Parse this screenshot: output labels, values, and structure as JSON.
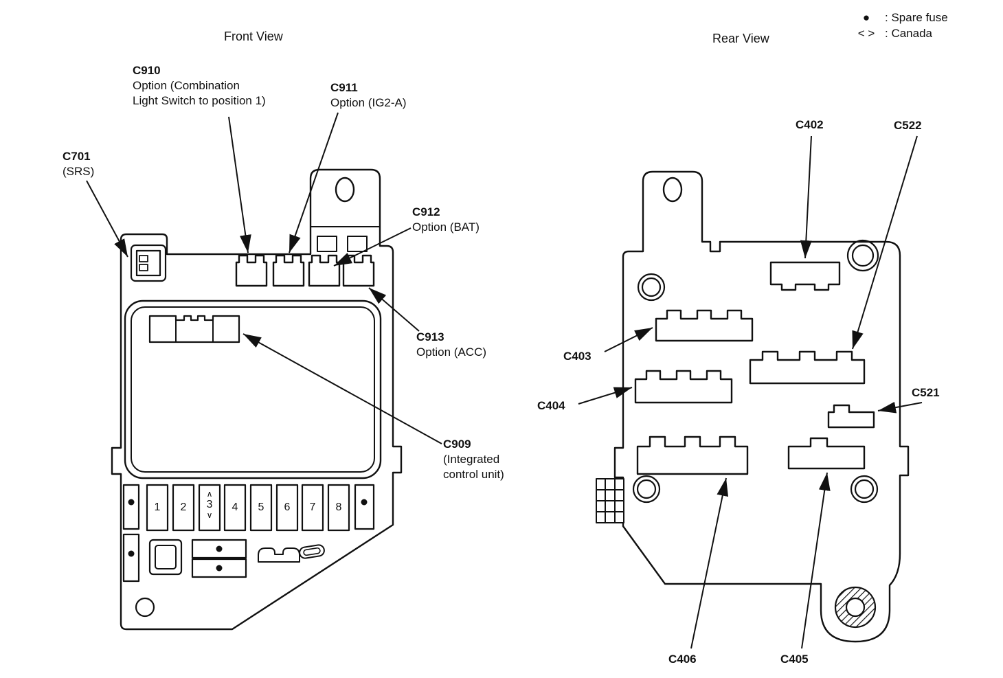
{
  "titles": {
    "front": "Front View",
    "rear": "Rear View"
  },
  "legend": {
    "spare_symbol": "●",
    "spare_text": ": Spare fuse",
    "canada_symbol": "< >",
    "canada_text": ": Canada"
  },
  "front_view": {
    "labels": {
      "c910": {
        "id": "C910",
        "desc1": "Option (Combination",
        "desc2": "Light Switch to position 1)"
      },
      "c911": {
        "id": "C911",
        "desc1": "Option (IG2-A)"
      },
      "c701": {
        "id": "C701",
        "desc1": "(SRS)"
      },
      "c912": {
        "id": "C912",
        "desc1": "Option (BAT)"
      },
      "c913": {
        "id": "C913",
        "desc1": "Option (ACC)"
      },
      "c909": {
        "id": "C909",
        "desc1": "(Integrated",
        "desc2": "control unit)"
      }
    },
    "fuse_numbers": [
      "1",
      "2",
      "3",
      "4",
      "5",
      "6",
      "7",
      "8"
    ],
    "canada_top": "∧",
    "canada_bottom": "∨"
  },
  "rear_view": {
    "labels": {
      "c402": "C402",
      "c522": "C522",
      "c403": "C403",
      "c404": "C404",
      "c521": "C521",
      "c406": "C406",
      "c405": "C405"
    }
  }
}
